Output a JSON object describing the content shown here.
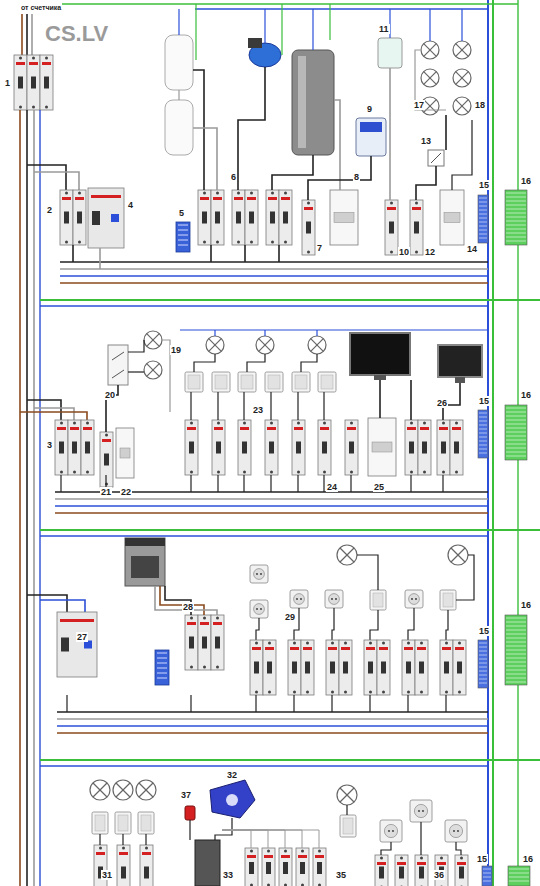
{
  "diagram": {
    "labels": [
      "от счетчика",
      "CS.LV",
      "1",
      "2",
      "4",
      "5",
      "6",
      "7",
      "8",
      "9",
      "10",
      "11",
      "12",
      "13",
      "14",
      "15",
      "16",
      "17",
      "18",
      "19",
      "20",
      "3",
      "21",
      "22",
      "23",
      "24",
      "25",
      "26",
      "15",
      "16",
      "27",
      "28",
      "29",
      "15",
      "16",
      "31",
      "37",
      "32",
      "33",
      "35",
      "36",
      "15",
      "16"
    ]
  }
}
